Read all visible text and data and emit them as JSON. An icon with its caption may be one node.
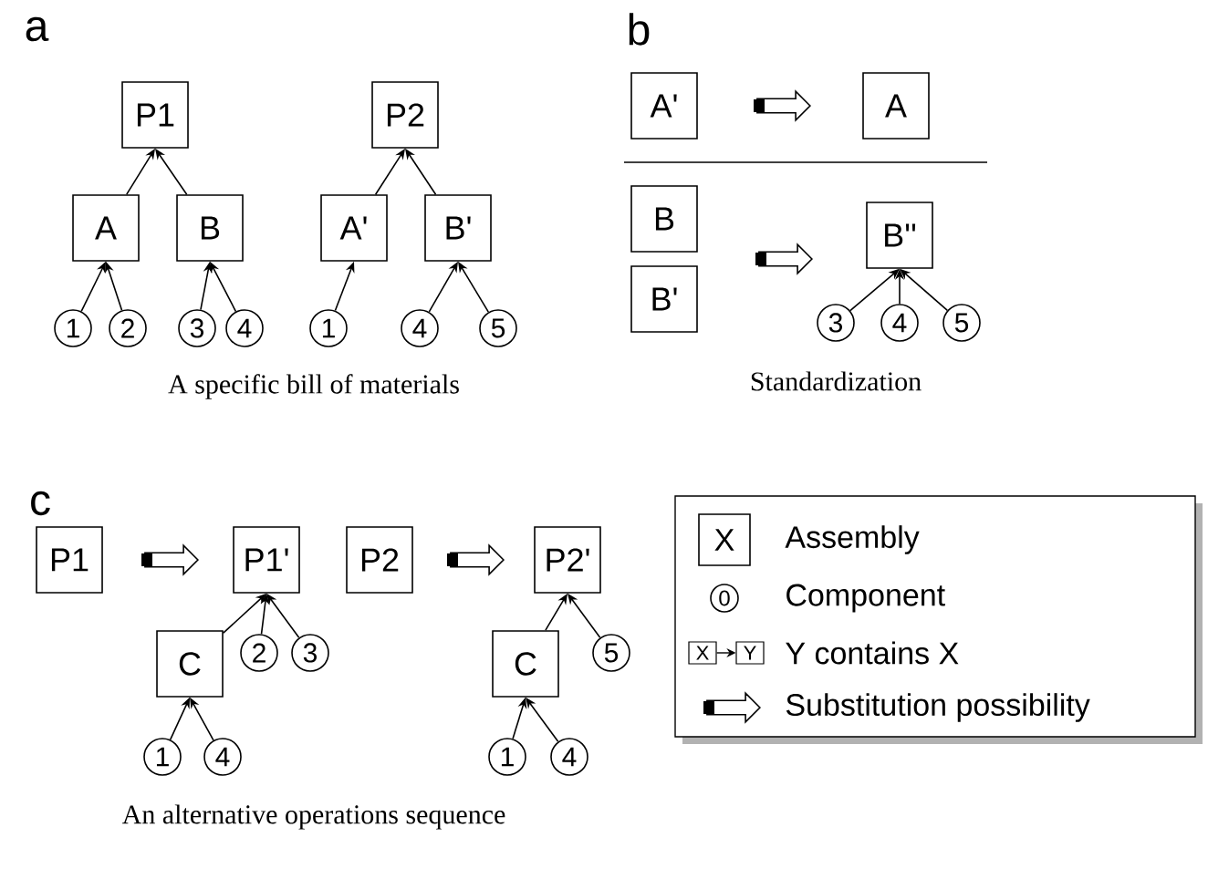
{
  "diagram": {
    "nodes": [
      {
        "text": [
          "P1"
        ]
      },
      {
        "text": [
          "A"
        ]
      },
      {
        "text": [
          "B"
        ]
      },
      {
        "text": [
          "1"
        ]
      },
      {
        "text": [
          "2"
        ]
      },
      {
        "text": [
          "3"
        ]
      },
      {
        "text": [
          "4"
        ]
      },
      {
        "text": [
          "P2"
        ]
      },
      {
        "text": [
          "A'"
        ]
      },
      {
        "text": [
          "B'"
        ]
      },
      {
        "text": [
          "1"
        ]
      },
      {
        "text": [
          "4"
        ]
      },
      {
        "text": [
          "5"
        ]
      },
      {
        "text": [
          "A'"
        ]
      },
      {
        "text": [
          "A"
        ]
      },
      {
        "text": [
          "B"
        ]
      },
      {
        "text": [
          "B'"
        ]
      },
      {
        "text": [
          "B''"
        ]
      },
      {
        "text": [
          "3"
        ]
      },
      {
        "text": [
          "4"
        ]
      },
      {
        "text": [
          "5"
        ]
      },
      {
        "text": [
          "P1"
        ]
      },
      {
        "text": [
          "P1'"
        ]
      },
      {
        "text": [
          "P2"
        ]
      },
      {
        "text": [
          "P2'"
        ]
      },
      {
        "text": [
          "C"
        ]
      },
      {
        "text": [
          "2"
        ]
      },
      {
        "text": [
          "3"
        ]
      },
      {
        "text": [
          "C"
        ]
      },
      {
        "text": [
          "5"
        ]
      },
      {
        "text": [
          "1"
        ]
      },
      {
        "text": [
          "4"
        ]
      },
      {
        "text": [
          "1"
        ]
      },
      {
        "text": [
          "4"
        ]
      }
    ],
    "edges": [
      {
        "from": 3,
        "to": 1,
        "arrow": "to"
      },
      {
        "from": 4,
        "to": 1,
        "arrow": "to"
      },
      {
        "from": 1,
        "to": 0,
        "arrow": "to"
      },
      {
        "from": 2,
        "to": 0,
        "arrow": "to"
      },
      {
        "from": 5,
        "to": 2,
        "arrow": "to"
      },
      {
        "from": 6,
        "to": 2,
        "arrow": "to"
      },
      {
        "from": 10,
        "to": 8,
        "arrow": "to"
      },
      {
        "from": 8,
        "to": 7,
        "arrow": "to"
      },
      {
        "from": 9,
        "to": 7,
        "arrow": "to"
      },
      {
        "from": 11,
        "to": 9,
        "arrow": "to"
      },
      {
        "from": 12,
        "to": 9,
        "arrow": "to"
      },
      {
        "from": 13,
        "to": 14,
        "arrow": "to",
        "style": "thick"
      },
      {
        "from": 15,
        "to": 17,
        "arrow": "to",
        "style": "thick"
      },
      {
        "from": 16,
        "to": 17,
        "arrow": "to",
        "style": "thick"
      },
      {
        "from": 18,
        "to": 17,
        "arrow": "to"
      },
      {
        "from": 19,
        "to": 17,
        "arrow": "to"
      },
      {
        "from": 20,
        "to": 17,
        "arrow": "to"
      },
      {
        "from": 21,
        "to": 22,
        "arrow": "to",
        "style": "thick"
      },
      {
        "from": 23,
        "to": 24,
        "arrow": "to",
        "style": "thick"
      },
      {
        "from": 25,
        "to": 22,
        "arrow": "to"
      },
      {
        "from": 26,
        "to": 22,
        "arrow": "to"
      },
      {
        "from": 27,
        "to": 22,
        "arrow": "to"
      },
      {
        "from": 30,
        "to": 25,
        "arrow": "to"
      },
      {
        "from": 31,
        "to": 25,
        "arrow": "to"
      },
      {
        "from": 28,
        "to": 24,
        "arrow": "to"
      },
      {
        "from": 29,
        "to": 24,
        "arrow": "to"
      },
      {
        "from": 32,
        "to": 28,
        "arrow": "to"
      },
      {
        "from": 33,
        "to": 28,
        "arrow": "to"
      }
    ],
    "labels": [
      "a",
      "A specific bill of materials",
      "b",
      "Standardization",
      "c",
      "An alternative operations sequence",
      "X",
      "0",
      "X",
      "Y"
    ],
    "legend": [
      {
        "text": "Assembly"
      },
      {
        "text": "Component"
      },
      {
        "text": "Y contains X"
      },
      {
        "text": "Substitution possibility"
      }
    ]
  }
}
